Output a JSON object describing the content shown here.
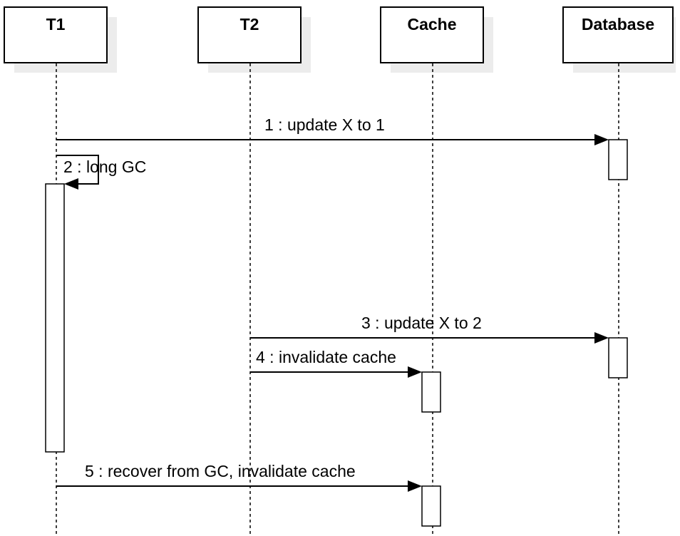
{
  "participants": [
    {
      "id": "t1",
      "label": "T1"
    },
    {
      "id": "t2",
      "label": "T2"
    },
    {
      "id": "cache",
      "label": "Cache"
    },
    {
      "id": "database",
      "label": "Database"
    }
  ],
  "messages": [
    {
      "id": "m1",
      "label": "1 : update X to 1",
      "from": "t1",
      "to": "database"
    },
    {
      "id": "m2",
      "label": "2 : long GC",
      "from": "t1",
      "to": "t1"
    },
    {
      "id": "m3",
      "label": "3 : update X to 2",
      "from": "t2",
      "to": "database"
    },
    {
      "id": "m4",
      "label": "4 : invalidate cache",
      "from": "t2",
      "to": "cache"
    },
    {
      "id": "m5",
      "label": "5 : recover from GC, invalidate cache",
      "from": "t1",
      "to": "cache"
    }
  ]
}
